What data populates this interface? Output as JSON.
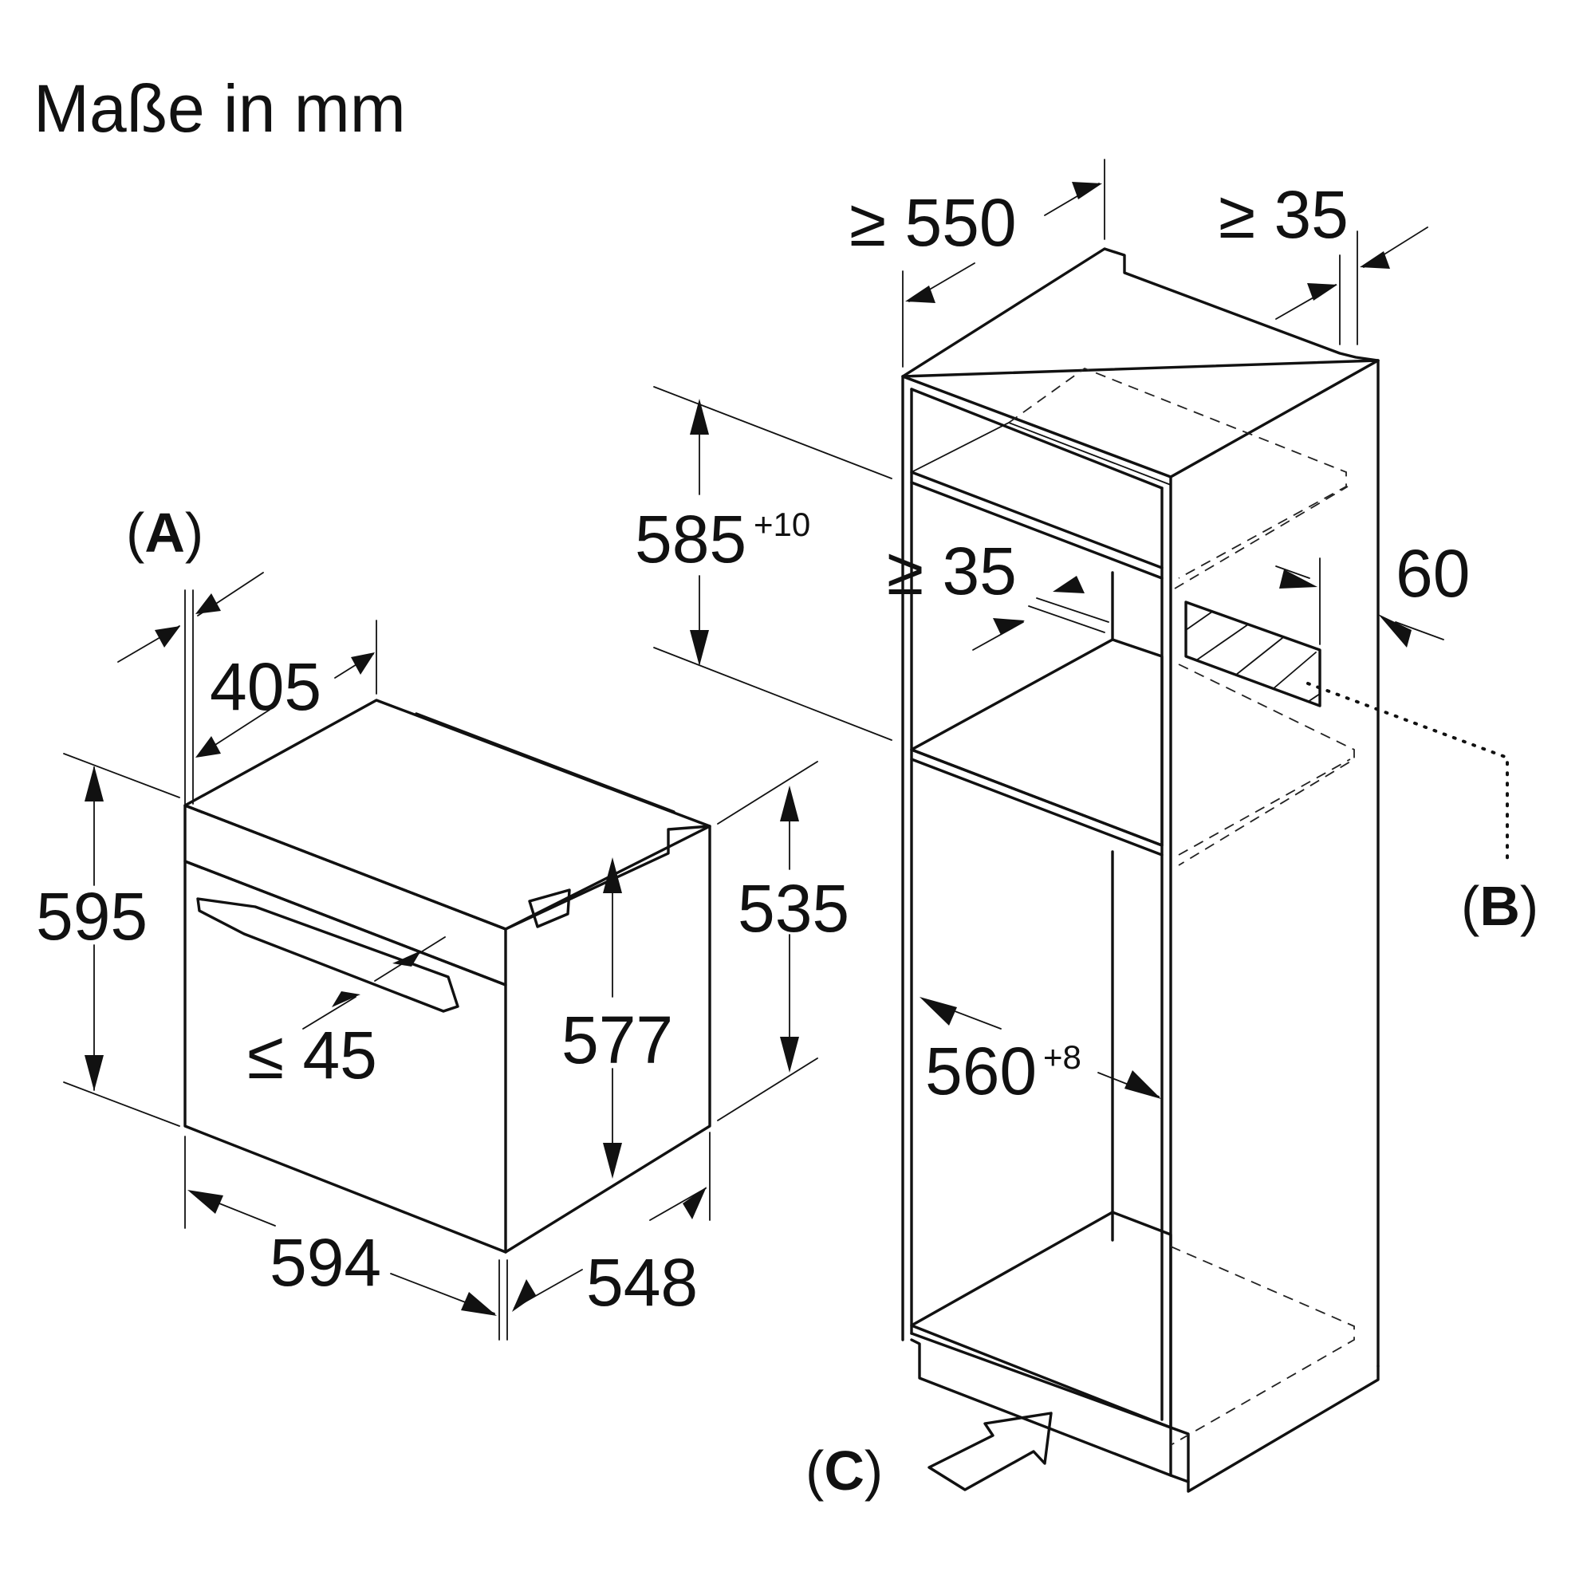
{
  "title": "Maße in mm",
  "oven": {
    "width": "594",
    "height": "595",
    "depth": "548",
    "front_depth": "405",
    "body_height": "535",
    "inner_height": "577",
    "handle_gap": "≤ 45"
  },
  "cabinet": {
    "min_depth": "≥ 550",
    "rear_gap": "≥ 35",
    "side_gap": "≥ 35",
    "opening_height": "585",
    "opening_height_tol": "+10",
    "opening_width": "560",
    "opening_width_tol": "+8",
    "vent_height": "60"
  },
  "callouts": {
    "a_open": "(",
    "a_letter": "A",
    "a_close": ")",
    "b_open": "(",
    "b_letter": "B",
    "b_close": ")",
    "c_open": "(",
    "c_letter": "C",
    "c_close": ")"
  }
}
